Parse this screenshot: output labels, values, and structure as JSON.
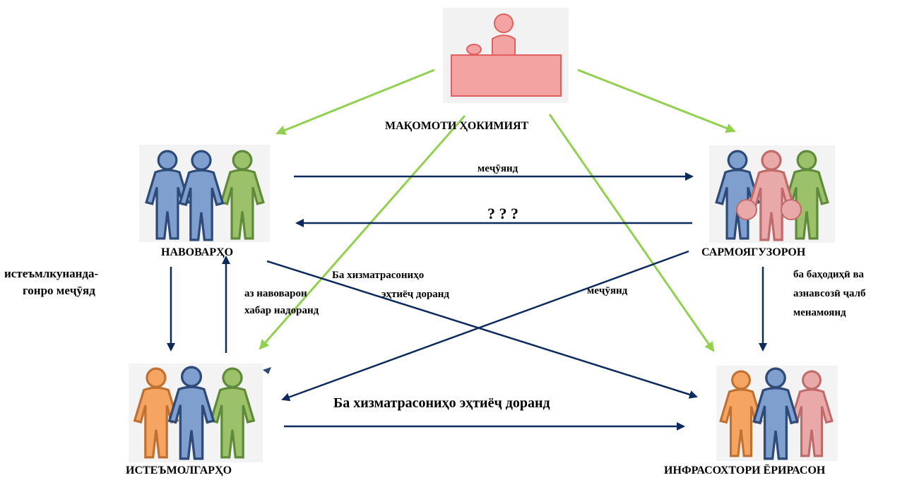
{
  "nodes": {
    "authority": "МАҚОМОТИ ҲОКИМИЯТ",
    "innovators": "НАВОВАРҲО",
    "investors": "САРМОЯГУЗОРОН",
    "consumers": "ИСТЕЪМОЛГАРҲО",
    "infrastructure": "ИНФРАСОХТОРИ ЁРИРАСОН"
  },
  "edges": {
    "innovators_to_investors": "меҷӯянд",
    "investors_to_innovators": "? ? ?",
    "innovators_to_consumers_line1": "истеъмлкунанда-",
    "innovators_to_consumers_line2": "гонро меҷӯяд",
    "consumers_to_innovators_line1": "аз навоварон",
    "consumers_to_innovators_line2": "хабар надоранд",
    "innovators_to_infrastructure_line1": "Ба хизматрасониҳо",
    "innovators_to_infrastructure_line2": "эҳтиёҷ доранд",
    "investors_to_consumers": "меҷӯянд",
    "investors_to_infrastructure_line1": "ба баҳодиҳӣ ва",
    "investors_to_infrastructure_line2": "азнавсозӣ ҷалб",
    "investors_to_infrastructure_line3": "менамоянд",
    "consumers_to_infrastructure": "Ба хизматрасониҳо эҳтиёҷ доранд"
  },
  "colors": {
    "navy_arrow": "#0d2a5c",
    "green_arrow": "#92d050",
    "desk_fill": "#f4a3a3",
    "desk_stroke": "#e06060",
    "blue_person": "#7f9fcf",
    "green_person": "#9bc26a",
    "orange_person": "#f5a561",
    "pink_person": "#e9a9a8",
    "person_outline": "#2e4a78"
  },
  "icons": {
    "authority": "official-at-desk-icon",
    "innovators": "people-group-icon",
    "investors": "investors-with-money-bags-icon",
    "consumers": "people-group-icon",
    "infrastructure": "people-group-icon"
  }
}
